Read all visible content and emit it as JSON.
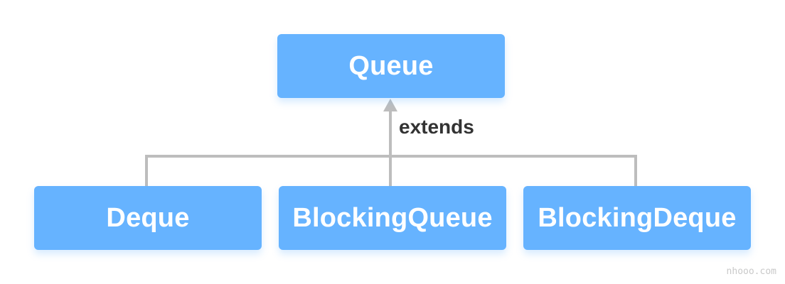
{
  "nodes": {
    "parent": {
      "label": "Queue"
    },
    "children": [
      {
        "label": "Deque"
      },
      {
        "label": "BlockingQueue"
      },
      {
        "label": "BlockingDeque"
      }
    ]
  },
  "edge_label": "extends",
  "watermark": "nhooo.com",
  "colors": {
    "node_fill": "#66b3ff",
    "node_text": "#ffffff",
    "connector": "#bdbdbd",
    "label_text": "#333333"
  }
}
